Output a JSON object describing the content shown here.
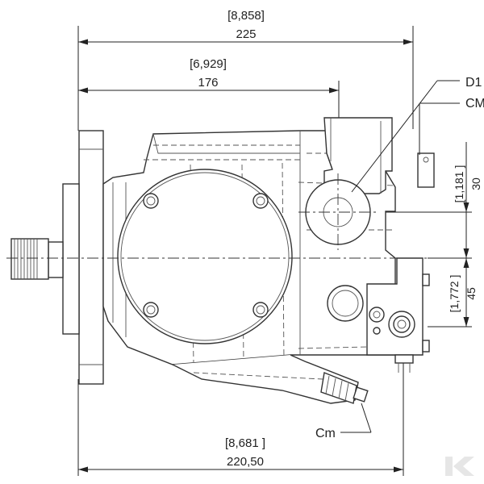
{
  "drawing": {
    "colors": {
      "line": "#333333",
      "text": "#222222",
      "background": "#ffffff",
      "watermark": "#e6e6e6"
    },
    "dimensions": {
      "overall_width": {
        "inch": "[8,858]",
        "mm": "225"
      },
      "partial_width": {
        "inch": "[6,929]",
        "mm": "176"
      },
      "bottom_width": {
        "inch": "[8,681 ]",
        "mm": "220,50"
      },
      "right_upper": {
        "inch": "[1,181 ]",
        "mm": "30"
      },
      "right_lower": {
        "inch": "[1,772 ]",
        "mm": "45"
      }
    },
    "callouts": {
      "port_d1": "D1",
      "port_cm_top": "CM",
      "port_cm_bottom": "Cm"
    },
    "watermark_icon": "k-logo-icon"
  }
}
